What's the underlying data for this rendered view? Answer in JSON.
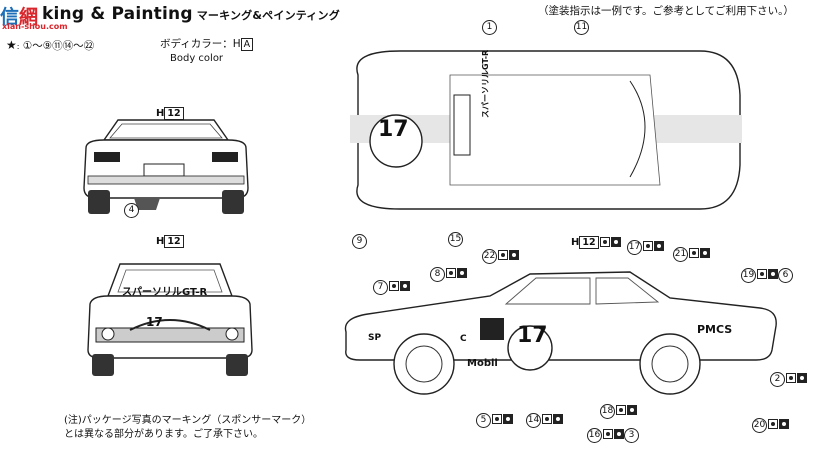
{
  "header": {
    "title": "king & Painting",
    "title_jp": "マーキング&ペインティング",
    "logo_a": "信",
    "logo_b": "網",
    "logo_url": "xian-shou.com"
  },
  "notes": {
    "top": "（塗装指示は一例です。ご参考としてご利用下さい。）",
    "decal_range": "①～⑨⑪⑭～㉒",
    "body_color_jp": "ボディカラー：",
    "body_color_code": "H",
    "body_color_code2": "A",
    "body_color_en": "Body color",
    "bottom1": "(注)パッケージ写真のマーキング（スポンサーマーク）",
    "bottom2": "とは異なる部分があります。ご了承下さい。"
  },
  "rear_view": {
    "paint": "H",
    "paint_num": "12",
    "callout": "4"
  },
  "front_view": {
    "paint": "H",
    "paint_num": "12",
    "plate_number": "17",
    "banner": "スパーソリルGT-R"
  },
  "top_view": {
    "number": "17",
    "callouts": [
      "1",
      "11",
      "9",
      "15"
    ],
    "stripe_text": "スパーソリルGT-R"
  },
  "side_view": {
    "paint": "H",
    "paint_num": "12",
    "number": "17",
    "sponsor_pmcs": "PMCS",
    "sponsor_mobil": "Mobil",
    "sponsor_sp": "SP",
    "sponsor_c": "C",
    "callouts": [
      "22",
      "17",
      "21",
      "19",
      "6",
      "8",
      "7",
      "2",
      "5",
      "14",
      "18",
      "16",
      "3",
      "20"
    ]
  }
}
